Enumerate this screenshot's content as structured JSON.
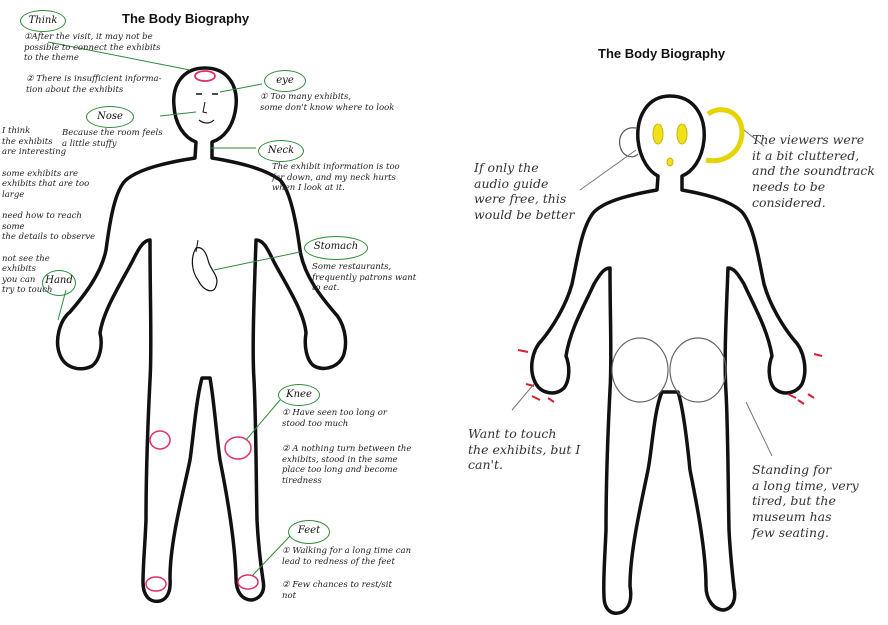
{
  "left_sheet": {
    "title": "The Body Biography",
    "labels": {
      "think": "Think",
      "eye": "eye",
      "nose": "Nose",
      "neck": "Neck",
      "stomach": "Stomach",
      "hand": "Hand",
      "knee": "Knee",
      "feet": "Feet"
    },
    "notes": {
      "think_1": "①After the visit, it may not be\npossible to connect the exhibits\nto the theme",
      "think_2": "② There is insufficient informa-\ntion about the exhibits",
      "eye": "① Too many exhibits,\nsome don't know where to look",
      "nose": "Because the room feels\na little stuffy",
      "neck": "The exhibit information is too\nfar down, and my neck hurts\nwhen I look at it.",
      "stomach": "Some restaurants,\nfrequently patrons want\nto eat.",
      "knee_1": "① Have seen too long or\nstood too much",
      "knee_2": "② A nothing turn between the\nexhibits, stood in the same\nplace too long and become\ntiredness",
      "feet_1": "① Walking for a long time can\nlead to redness of the feet",
      "feet_2": "② Few chances to rest/sit\nnot",
      "margin": "I think\nthe exhibits\nare interesting\n\nsome exhibits are\nexhibits that are too large\n\nneed how to reach some\nthe details to observe\n\nnot see the\nexhibits\nyou can\ntry to touch"
    }
  },
  "right_sheet": {
    "title": "The Body Biography",
    "notes": {
      "audio": "If only the\naudio guide\nwere free, this\nwould be better",
      "viewers": "The viewers were\nit a bit cluttered,\nand the soundtrack\nneeds to be\nconsidered.",
      "touch": "Want to touch\nthe exhibits, but I\ncan't.",
      "standing": "Standing for\na long time, very\ntired, but the\nmuseum has\nfew seating."
    }
  },
  "colors": {
    "outline": "#111111",
    "bubble": "#2e8b3a",
    "mark_pink": "#e0306a",
    "mark_yellow": "#e6d400",
    "mark_red": "#d8202f"
  }
}
